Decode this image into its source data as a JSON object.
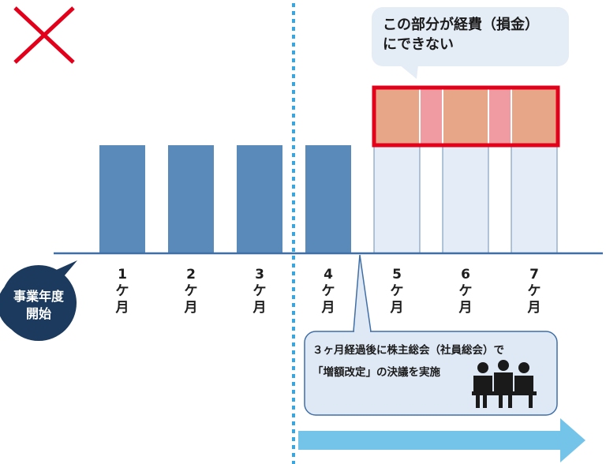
{
  "months": [
    {
      "num": "1",
      "ka": "ケ",
      "tsuki": "月"
    },
    {
      "num": "2",
      "ka": "ケ",
      "tsuki": "月"
    },
    {
      "num": "3",
      "ka": "ケ",
      "tsuki": "月"
    },
    {
      "num": "4",
      "ka": "ケ",
      "tsuki": "月"
    },
    {
      "num": "5",
      "ka": "ケ",
      "tsuki": "月"
    },
    {
      "num": "6",
      "ka": "ケ",
      "tsuki": "月"
    },
    {
      "num": "7",
      "ka": "ケ",
      "tsuki": "月"
    }
  ],
  "callout_top": {
    "line1": "この部分が経費（損金）",
    "line2": "にできない"
  },
  "fiscal_start": {
    "line1": "事業年度",
    "line2": "開始"
  },
  "callout_bottom": {
    "line1": "３ヶ月経過後に株主総会（社員総会）で",
    "line2": "「増額改定」の決議を実施"
  },
  "colors": {
    "paid_bar": "#5a8aba",
    "unpaid_bar": "#e3ecf7",
    "non_deductible": "#e7a688",
    "non_deductible_gap": "#f09ba1",
    "highlight_border": "#e3001b",
    "cross_mark": "#e3001b",
    "timeline_arrow": "#74c4ea",
    "start_bubble": "#1b3a5e"
  }
}
